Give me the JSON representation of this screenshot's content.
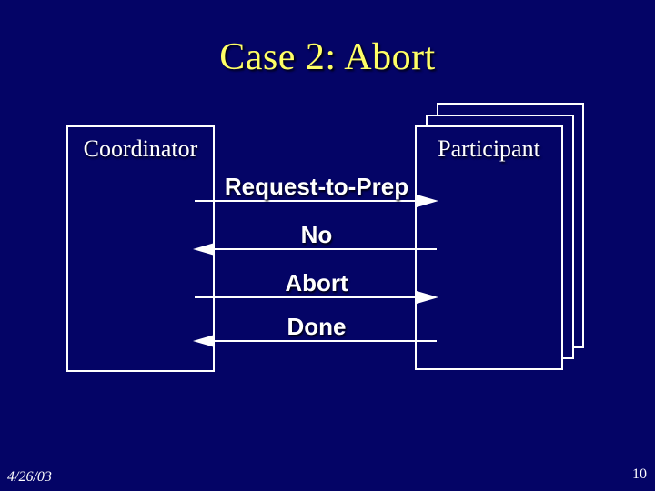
{
  "slide": {
    "title": "Case 2: Abort",
    "footer_date": "4/26/03",
    "slide_number": "10"
  },
  "diagram": {
    "coordinator": {
      "label": "Coordinator"
    },
    "participant": {
      "label": "Participant",
      "stacked_copies": 3
    },
    "messages": [
      {
        "label": "Request-to-Prep",
        "from": "Coordinator",
        "to": "Participant",
        "direction": "right"
      },
      {
        "label": "No",
        "from": "Participant",
        "to": "Coordinator",
        "direction": "left"
      },
      {
        "label": "Abort",
        "from": "Coordinator",
        "to": "Participant",
        "direction": "right"
      },
      {
        "label": "Done",
        "from": "Participant",
        "to": "Coordinator",
        "direction": "left"
      }
    ]
  },
  "colors": {
    "background": "#040466",
    "title_text": "#ffff66",
    "body_text": "#ffffff",
    "line": "#ffffff"
  }
}
